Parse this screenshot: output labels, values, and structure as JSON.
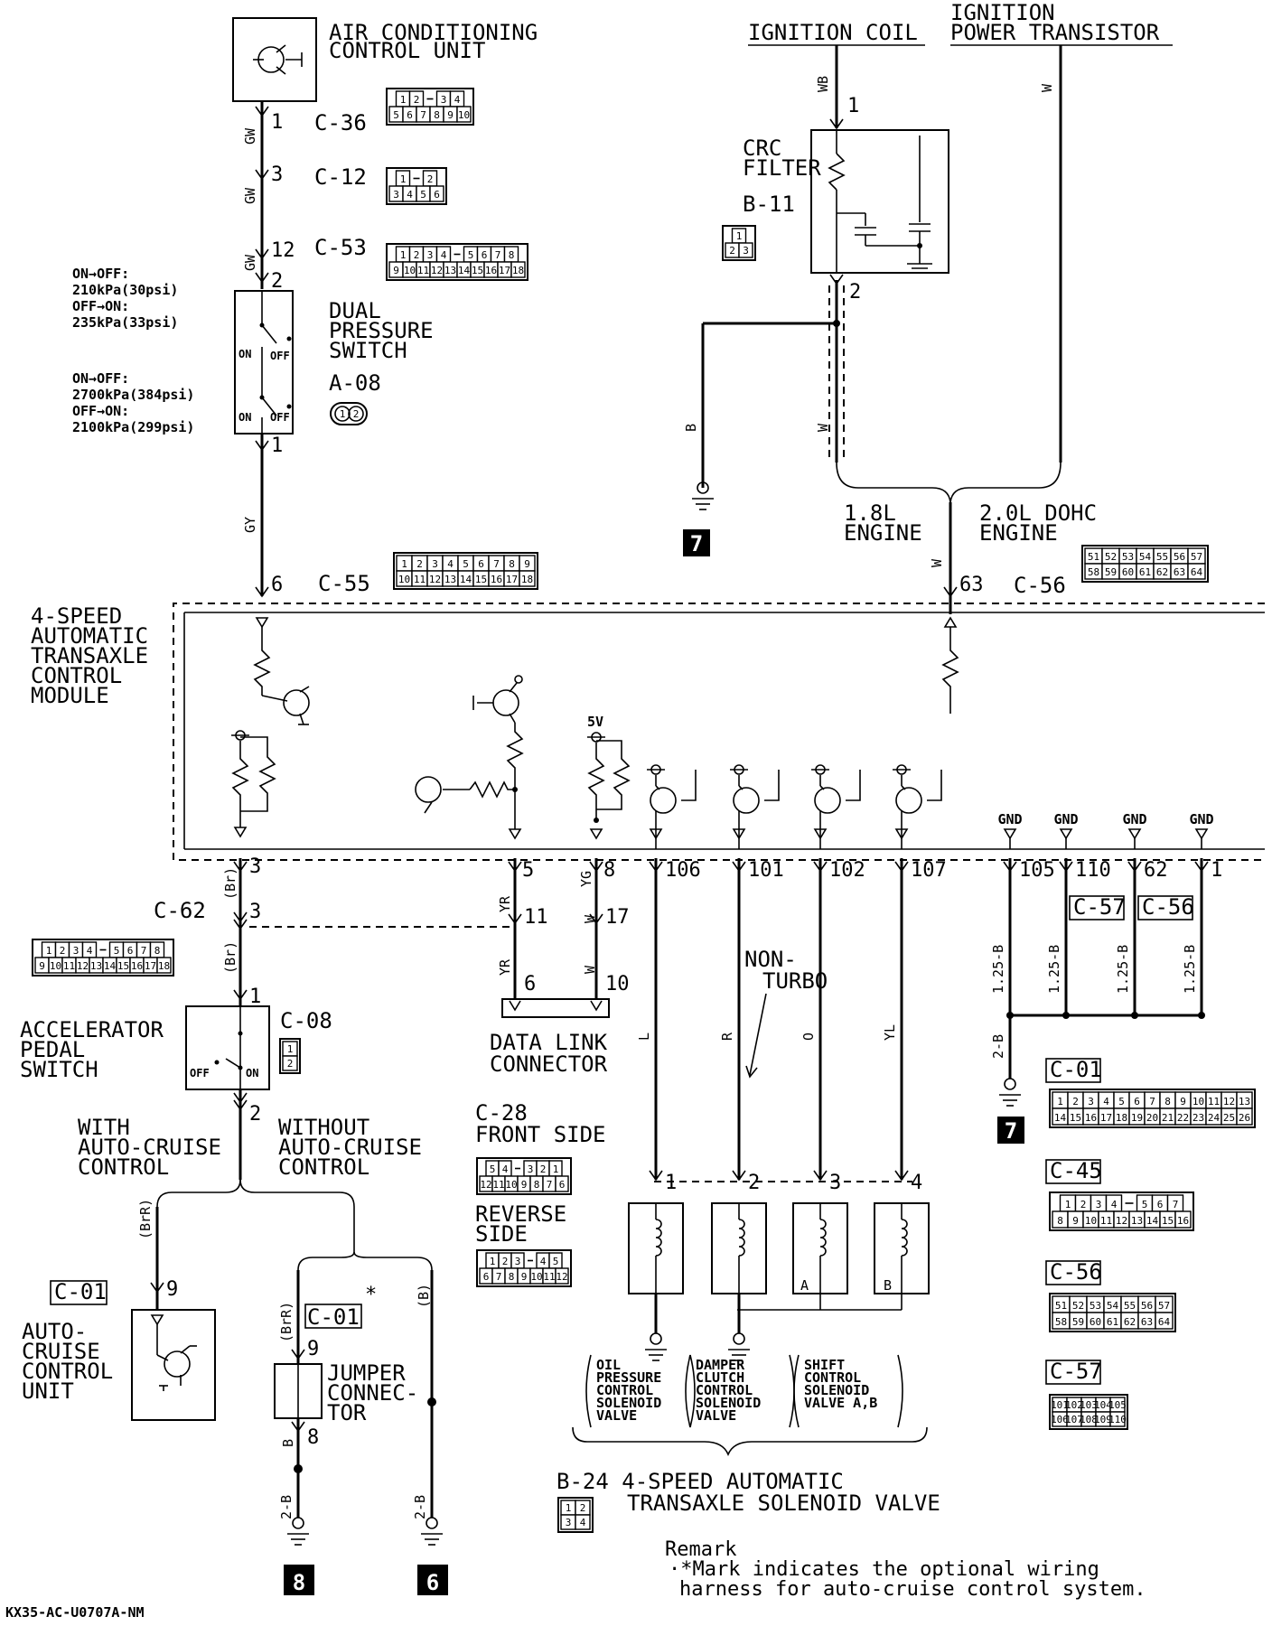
{
  "title_lines": {
    "ac_unit": [
      "AIR CONDITIONING",
      "CONTROL UNIT"
    ],
    "ignition_coil": "IGNITION COIL",
    "ign_power_transistor": [
      "IGNITION",
      "POWER TRANSISTOR"
    ],
    "crc_filter": [
      "CRC",
      "FILTER"
    ],
    "dual_pressure_switch": [
      "DUAL",
      "PRESSURE",
      "SWITCH"
    ],
    "tcm": [
      "4-SPEED",
      "AUTOMATIC",
      "TRANSAXLE",
      "CONTROL",
      "MODULE"
    ],
    "accel_pedal_switch": [
      "ACCELERATOR",
      "PEDAL",
      "SWITCH"
    ],
    "data_link_connector": [
      "DATA LINK",
      "CONNECTOR"
    ],
    "with_cruise": [
      "WITH",
      "AUTO-CRUISE",
      "CONTROL"
    ],
    "without_cruise": [
      "WITHOUT",
      "AUTO-CRUISE",
      "CONTROL"
    ],
    "auto_cruise_unit": [
      "AUTO-",
      "CRUISE",
      "CONTROL",
      "UNIT"
    ],
    "jumper_connector": [
      "JUMPER",
      "CONNEC-",
      "TOR"
    ],
    "non_turbo": [
      "NON-",
      "TURBO"
    ],
    "engine_18": [
      "1.8L",
      "ENGINE"
    ],
    "engine_20": [
      "2.0L DOHC",
      "ENGINE"
    ],
    "solenoid_group": "B-24  4-SPEED AUTOMATIC",
    "solenoid_group_2": "TRANSAXLE SOLENOID VALVE",
    "c28_front": [
      "C-28",
      "FRONT SIDE"
    ],
    "c28_reverse": [
      "REVERSE",
      "SIDE"
    ]
  },
  "pressure_notes": [
    "ON→OFF:",
    "210kPa(30psi)",
    "OFF→ON:",
    "235kPa(33psi)",
    "ON→OFF:",
    "2700kPa(384psi)",
    "OFF→ON:",
    "2100kPa(299psi)"
  ],
  "solenoids": [
    {
      "pin": "1",
      "label": [
        "OIL",
        "PRESSURE",
        "CONTROL",
        "SOLENOID",
        "VALVE"
      ]
    },
    {
      "pin": "2",
      "label": [
        "DAMPER",
        "CLUTCH",
        "CONTROL",
        "SOLENOID",
        "VALVE"
      ]
    },
    {
      "pin": "3",
      "label": [
        "SHIFT",
        "CONTROL",
        "SOLENOID",
        "VALVE A,B"
      ]
    },
    {
      "pin": "4",
      "label": []
    }
  ],
  "connectors": {
    "c36": "C-36",
    "c12": "C-12",
    "c53": "C-53",
    "c55": "C-55",
    "c56": "C-56",
    "c62": "C-62",
    "c08": "C-08",
    "a08": "A-08",
    "b11": "B-11",
    "c01": "C-01",
    "c45": "C-45",
    "c57": "C-57"
  },
  "pins": {
    "ac1": "1",
    "c12_3": "3",
    "c53_12": "12",
    "dps2": "2",
    "dps1": "1",
    "c55_6": "6",
    "coil1": "1",
    "crc2": "2",
    "c56_63": "63",
    "tcm3": "3",
    "c62_3": "3",
    "aps1": "1",
    "aps2": "2",
    "tcm5": "5",
    "tcm8": "8",
    "dl11": "11",
    "dl17": "17",
    "dl6": "6",
    "dl10": "10",
    "p106": "106",
    "p101": "101",
    "p102": "102",
    "p107": "107",
    "p105": "105",
    "p110": "110",
    "p62": "62",
    "p1": "1",
    "acu9": "9",
    "jc9": "9",
    "jc8": "8"
  },
  "wire_colors": {
    "gw": "GW",
    "gy": "GY",
    "wb": "WB",
    "w": "W",
    "b": "B",
    "br": "(Br)",
    "brr": "(BrR)",
    "yr": "YR",
    "yg": "YG",
    "l": "L",
    "r": "R",
    "o": "O",
    "yl": "YL",
    "b125": "1.25-B",
    "b2": "2-B",
    "bparen": "(B)"
  },
  "gnd": "GND",
  "v5": "5V",
  "on": "ON",
  "off": "OFF",
  "ground_numbers": {
    "g7a": "7",
    "g7b": "7",
    "g8": "8",
    "g6": "6"
  },
  "remark": [
    "Remark",
    "·*Mark indicates the optional wiring",
    "harness for auto-cruise control system."
  ],
  "footer_code": "KX35-AC-U0707A-NM",
  "asterisk": "*",
  "valve_a": "A",
  "valve_b": "B",
  "c36_cells": [
    [
      "1",
      "2",
      "",
      "3",
      "4"
    ],
    [
      "5",
      "6",
      "7",
      "8",
      "9",
      "10"
    ]
  ],
  "c12_cells": [
    [
      "1",
      "",
      "2"
    ],
    [
      "3",
      "4",
      "5",
      "6"
    ]
  ],
  "c53_cells": [
    [
      "1",
      "2",
      "3",
      "4",
      "",
      "5",
      "6",
      "7",
      "8"
    ],
    [
      "9",
      "10",
      "11",
      "12",
      "13",
      "14",
      "15",
      "16",
      "17",
      "18"
    ]
  ],
  "c55_cells": [
    [
      "1",
      "2",
      "3",
      "4",
      "5",
      "6",
      "7",
      "8",
      "9"
    ],
    [
      "10",
      "11",
      "12",
      "13",
      "14",
      "15",
      "16",
      "17",
      "18"
    ]
  ],
  "c56_cells": [
    [
      "51",
      "52",
      "53",
      "54",
      "55",
      "56",
      "57"
    ],
    [
      "58",
      "59",
      "60",
      "61",
      "62",
      "63",
      "64"
    ]
  ],
  "c62_cells": [
    [
      "1",
      "2",
      "3",
      "4",
      "",
      "5",
      "6",
      "7",
      "8"
    ],
    [
      "9",
      "10",
      "11",
      "12",
      "13",
      "14",
      "15",
      "16",
      "17",
      "18"
    ]
  ],
  "b11_cells": [
    [
      "1"
    ],
    [
      "2",
      "3"
    ]
  ],
  "c08_cells": [
    [
      "1"
    ],
    [
      "2"
    ]
  ],
  "c28f_cells": [
    [
      "5",
      "4",
      "",
      "3",
      "2",
      "1"
    ],
    [
      "12",
      "11",
      "10",
      "9",
      "8",
      "7",
      "6"
    ]
  ],
  "c28r_cells": [
    [
      "1",
      "2",
      "3",
      "",
      "4",
      "5"
    ],
    [
      "6",
      "7",
      "8",
      "9",
      "10",
      "11",
      "12"
    ]
  ],
  "c01_cells": [
    [
      "1",
      "2",
      "3",
      "4",
      "5",
      "6",
      "7",
      "8",
      "9",
      "10",
      "11",
      "12",
      "13"
    ],
    [
      "14",
      "15",
      "16",
      "17",
      "18",
      "19",
      "20",
      "21",
      "22",
      "23",
      "24",
      "25",
      "26"
    ]
  ],
  "c45_cells": [
    [
      "1",
      "2",
      "3",
      "4",
      "",
      "5",
      "6",
      "7"
    ],
    [
      "8",
      "9",
      "10",
      "11",
      "12",
      "13",
      "14",
      "15",
      "16"
    ]
  ],
  "c56b_cells": [
    [
      "51",
      "52",
      "53",
      "54",
      "55",
      "56",
      "57"
    ],
    [
      "58",
      "59",
      "60",
      "61",
      "62",
      "63",
      "64"
    ]
  ],
  "c57_cells": [
    [
      "101",
      "102",
      "103",
      "104",
      "105"
    ],
    [
      "106",
      "107",
      "108",
      "109",
      "110"
    ]
  ],
  "b24_cells": [
    [
      "1",
      "2"
    ],
    [
      "3",
      "4"
    ]
  ]
}
